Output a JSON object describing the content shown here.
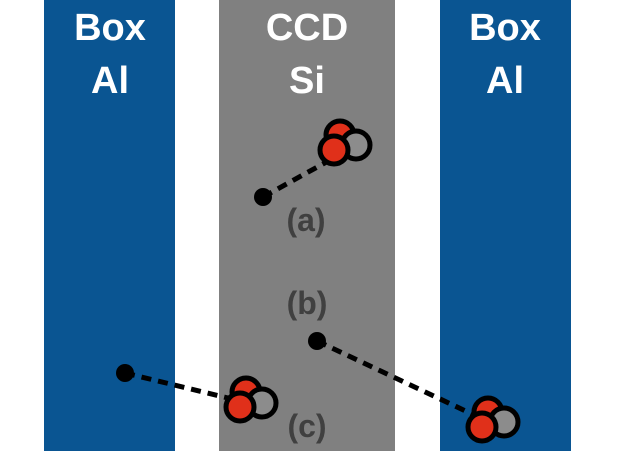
{
  "regions": [
    {
      "line1": "Box",
      "line2": "Al",
      "color": "#0a5592"
    },
    {
      "line1": "CCD",
      "line2": "Si",
      "color": "#808080"
    },
    {
      "line1": "Box",
      "line2": "Al",
      "color": "#0a5592"
    }
  ],
  "events": [
    {
      "label": "(a)"
    },
    {
      "label": "(b)"
    },
    {
      "label": "(c)"
    }
  ],
  "colors": {
    "background": "#ffffff",
    "label_text": "#404040",
    "nucleus_red": "#e0301a",
    "nucleus_gray": "#8c8c8c",
    "outline": "#000000"
  }
}
